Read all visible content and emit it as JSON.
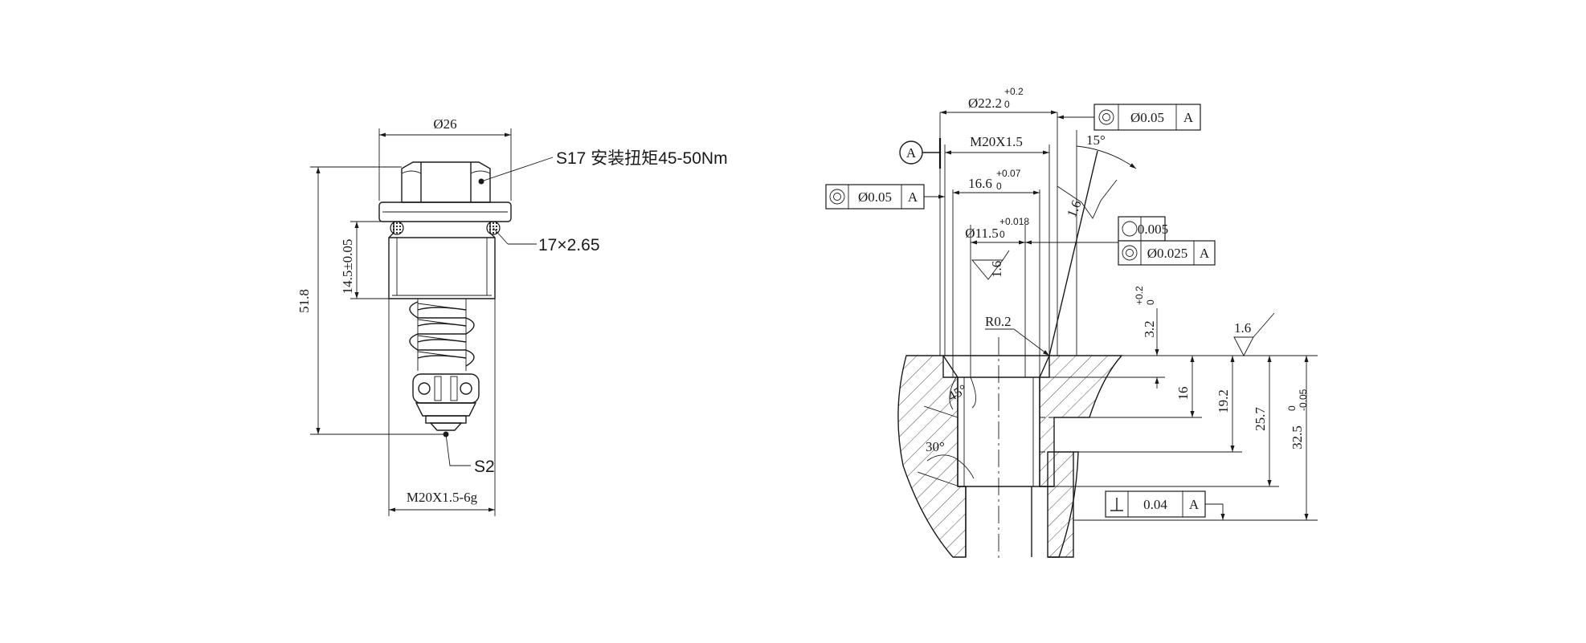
{
  "left_view": {
    "dims": {
      "head_dia": "Ø26",
      "overall_length": "51.8",
      "seat_height": "14.5±0.05",
      "thread": "M20X1.5-6g"
    },
    "callouts": {
      "hex_note": "S17 安装扭矩45-50Nm",
      "oring": "17×2.65",
      "lower_hex": "S2"
    }
  },
  "right_view": {
    "datum_label": "A",
    "dims": {
      "bore_dia_main": "Ø22.2",
      "bore_dia_main_tol_upper": "+0.2",
      "bore_dia_main_tol_lower": "0",
      "thread": "M20X1.5",
      "step_dia": "16.6",
      "step_dia_tol_upper": "+0.07",
      "step_dia_tol_lower": "0",
      "small_dia": "Ø11.5",
      "small_dia_tol_upper": "+0.018",
      "small_dia_tol_lower": "0",
      "angle_top": "15°",
      "angle_mid": "45°",
      "angle_low": "30°",
      "radius": "R0.2",
      "depth_1": "3.2",
      "depth_1_tol_upper": "+0.2",
      "depth_1_tol_lower": "0",
      "depth_2": "16",
      "depth_3": "19.2",
      "depth_4": "25.7",
      "depth_5": "32.5",
      "depth_5_tol_upper": "0",
      "depth_5_tol_lower": "-0.05"
    },
    "roughness": {
      "r1": "1.6",
      "r2": "1.6",
      "r3": "1.6"
    },
    "fcf": {
      "top_value": "Ø0.05",
      "top_datum": "A",
      "left_value": "Ø0.05",
      "left_datum": "A",
      "round_value": "0.005",
      "coax_value": "Ø0.025",
      "coax_datum": "A",
      "perp_value": "0.04",
      "perp_datum": "A"
    }
  }
}
